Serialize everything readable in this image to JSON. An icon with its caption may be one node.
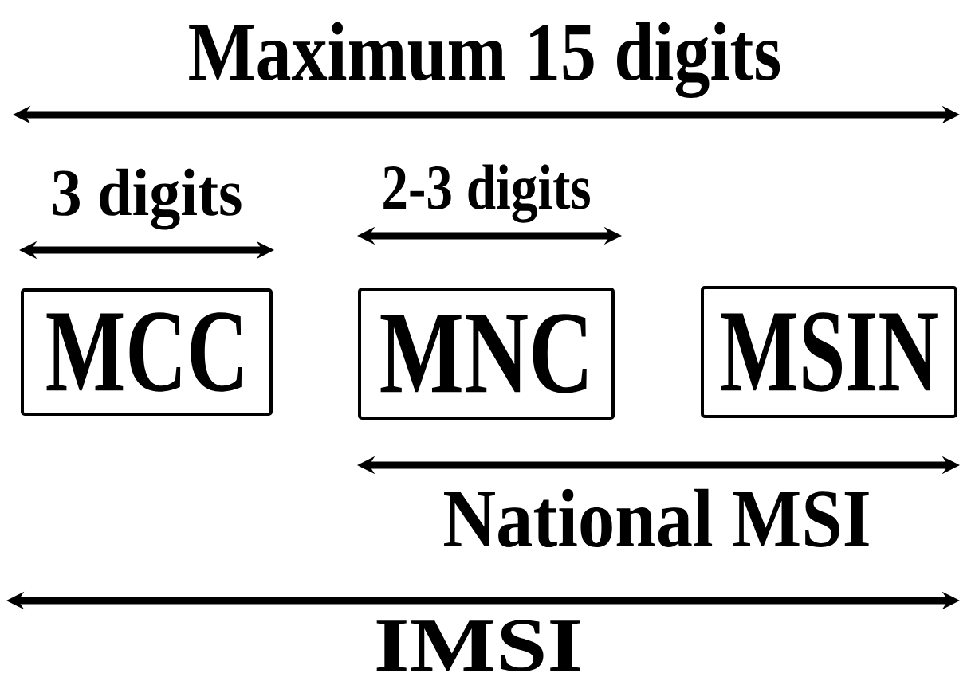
{
  "diagram": {
    "nodes": [
      {
        "text": [
          "MCC"
        ]
      },
      {
        "text": [
          "MNC"
        ]
      },
      {
        "text": [
          "MSIN"
        ]
      }
    ],
    "labels": [
      "Maximum 15 digits",
      "3 digits",
      "2-3 digits",
      "National MSI",
      "IMSI"
    ]
  }
}
